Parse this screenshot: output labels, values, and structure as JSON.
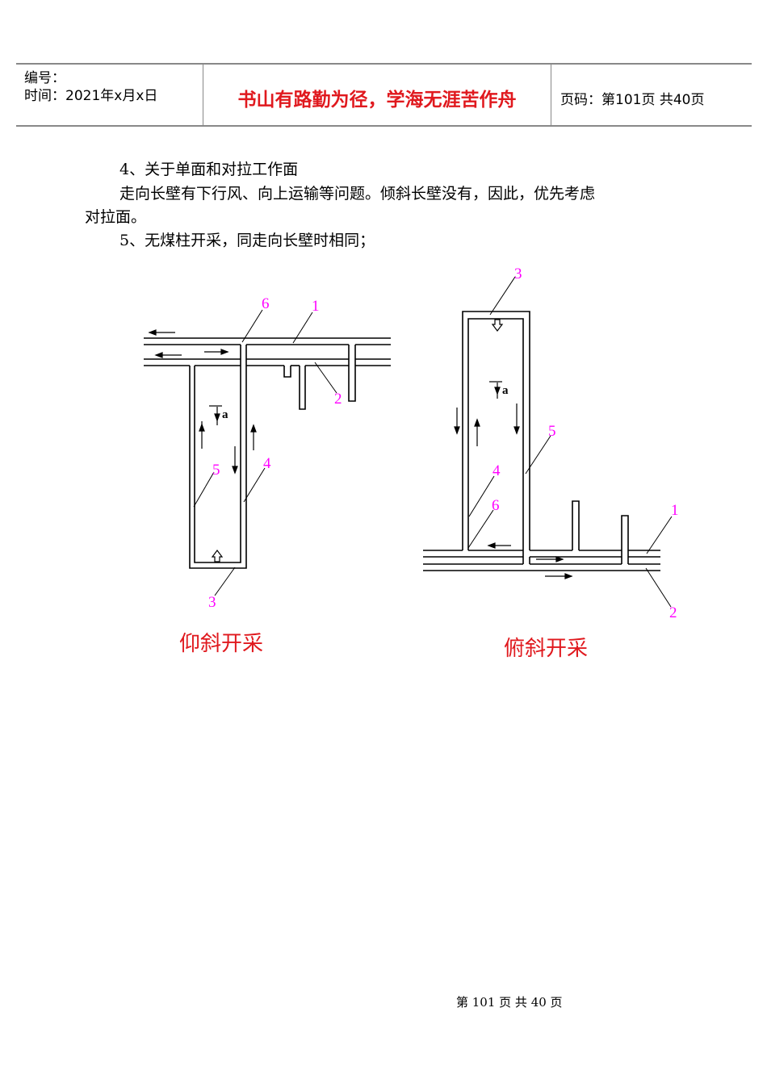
{
  "header": {
    "number_label": "编号：",
    "date_label": "时间：2021年x月x日",
    "motto": "书山有路勤为径，学海无涯苦作舟",
    "page_label": "页码：第101页  共40页"
  },
  "body": {
    "p1": "4、关于单面和对拉工作面",
    "p2a": "走向长壁有下行风、向上运输等问题。倾斜长壁没有，因此，优先考虑",
    "p2b": "对拉面。",
    "p3": "5、无煤柱开采，同走向长壁时相同；"
  },
  "figure": {
    "left": {
      "caption": "仰斜开采",
      "labels": [
        "6",
        "1",
        "2",
        "5",
        "4",
        "3"
      ],
      "note": "a"
    },
    "right": {
      "caption": "俯斜开采",
      "labels": [
        "3",
        "5",
        "4",
        "6",
        "1",
        "2"
      ],
      "note": "a"
    },
    "label_color": "#ff00ff",
    "caption_color": "#e0191e"
  },
  "footer": {
    "text": "第 101 页 共 40 页"
  }
}
